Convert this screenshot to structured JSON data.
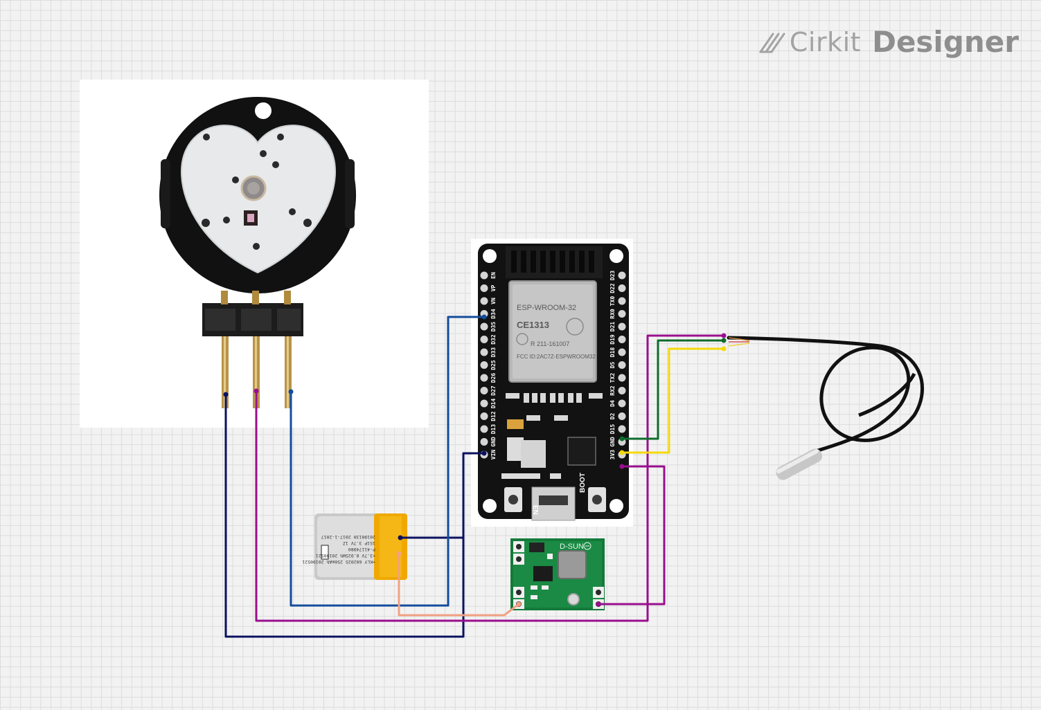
{
  "logo": {
    "brand": "Cirkit",
    "product": "Designer"
  },
  "esp32": {
    "module_label": "ESP-WROOM-32",
    "ce_mark": "CE1313",
    "r_mark": "R 211-161007",
    "fcc_id": "FCC ID:2AC7Z-ESPWROOM32",
    "left_pins": [
      "EN",
      "VP",
      "VN",
      "D34",
      "D35",
      "D32",
      "D33",
      "D25",
      "D26",
      "D27",
      "D14",
      "D12",
      "D13",
      "GND",
      "VIN"
    ],
    "right_pins": [
      "D23",
      "D22",
      "TX0",
      "RX0",
      "D21",
      "D19",
      "D18",
      "D5",
      "TX2",
      "RX2",
      "D4",
      "D2",
      "D15",
      "GND",
      "3V3"
    ],
    "btn_en": "EN",
    "btn_boot": "BOOT"
  },
  "buck_converter": {
    "label": "D-SUN"
  },
  "battery": {
    "text_lines": [
      "+KLY 602025 250mAh 20190521",
      "+3.7V 0.925Wh 20190521",
      "P-41174980",
      "1S1P 3.7V 1Z",
      "20190130 2017-1-2017"
    ]
  },
  "wire_colors": {
    "navy": "#0b1160",
    "purple": "#9a0e8e",
    "blue": "#134c9c",
    "green": "#0e6b2c",
    "yellow": "#f4d90a",
    "salmon": "#f2a182"
  }
}
